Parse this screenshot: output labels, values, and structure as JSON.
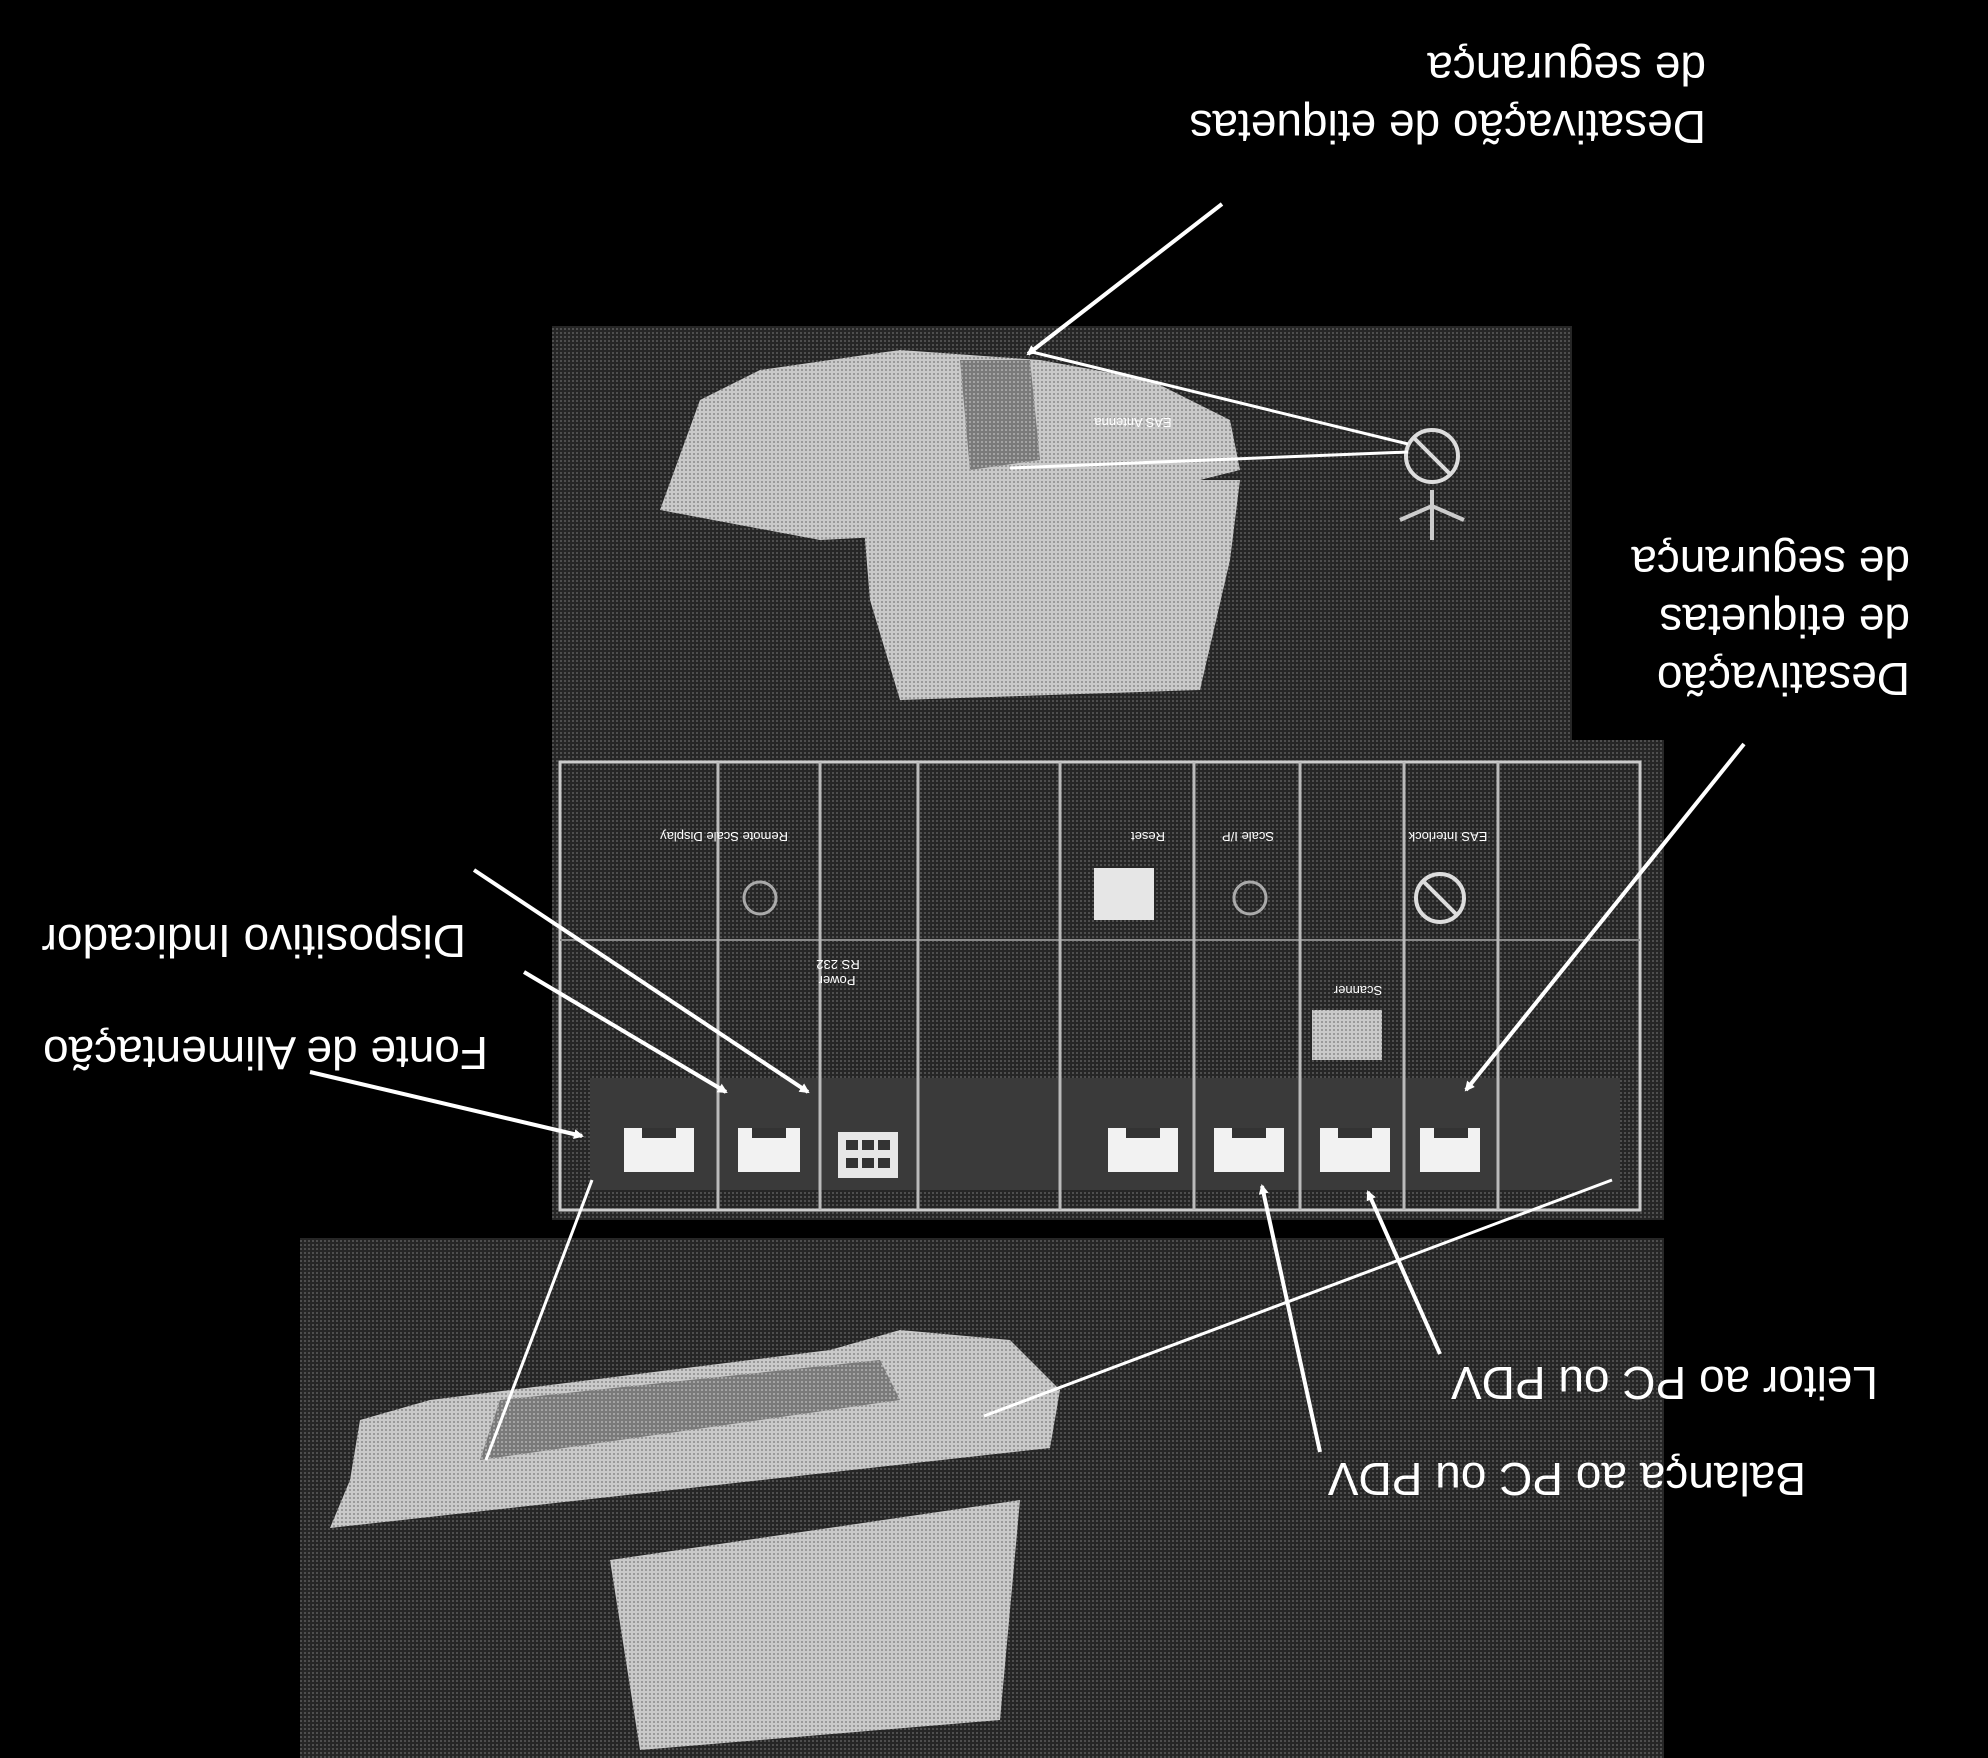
{
  "labels": {
    "deact_top_line1": "Desativação de etiquetas",
    "deact_top_line2": "de segurança",
    "deact_right_line1": "Desativação",
    "deact_right_line2": "de etiquetas",
    "deact_right_line3": "de segurança",
    "indicator": "Dispositivo Indicador",
    "power": "Fonte de Alimentação",
    "reader": "Leitor ao PC ou PDV",
    "scale": "Balança ao PC ou PDV"
  },
  "panel_labels": {
    "eas_antenna": "EAS Antenna",
    "eas_interlock": "EAS Interlock",
    "scale_ip": "Scale I/P",
    "remote_scale_display": "Remote Scale Display",
    "aux_rs232": "RS 232",
    "power": "Power",
    "scanner": "Scanner",
    "reset": "Reset"
  }
}
